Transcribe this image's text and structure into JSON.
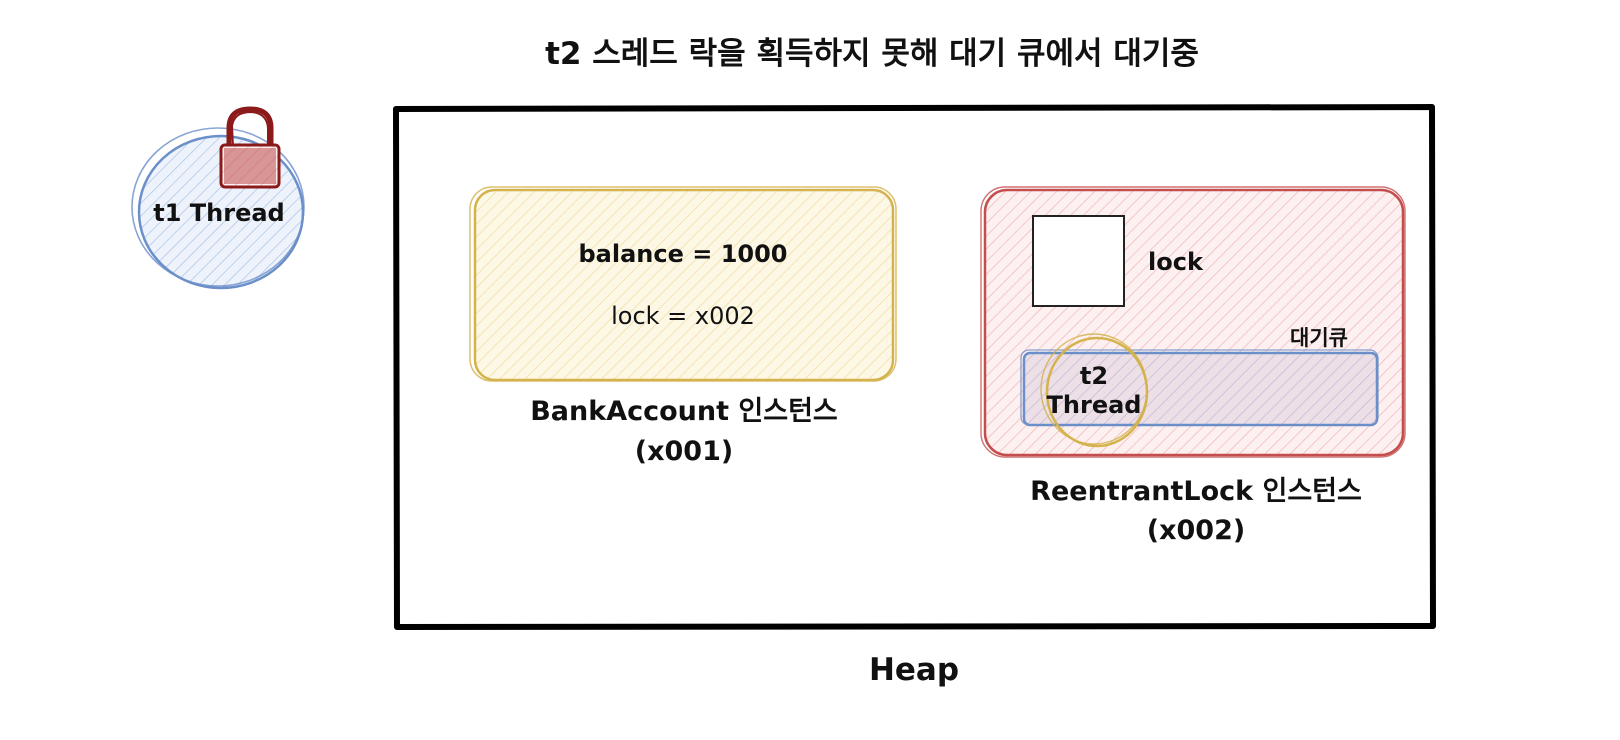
{
  "title": "t2 스레드 락을 획득하지 못해 대기 큐에서 대기중",
  "t1_thread": {
    "label": "t1 Thread"
  },
  "heap": {
    "label": "Heap"
  },
  "bank_account": {
    "field_balance": "balance = 1000",
    "field_lock": "lock = x002",
    "caption_line1": "BankAccount 인스턴스",
    "caption_line2": "(x001)"
  },
  "reentrant_lock": {
    "lock_label": "lock",
    "queue_label": "대기큐",
    "t2_line1": "t2",
    "t2_line2": "Thread",
    "caption_line1": "ReentrantLock 인스턴스",
    "caption_line2": "(x002)"
  },
  "colors": {
    "thread_blue": "#6b8fc9",
    "thread_fill": "#d9e6f7",
    "lock_icon": "#8b1a1a",
    "bank_yellow": "#d4b24c",
    "bank_fill": "#fbf1c9",
    "reentrant_red": "#c44d4d",
    "reentrant_fill": "#f8d3d3",
    "queue_blue": "#6b8fc9",
    "t2_yellow": "#d4b24c"
  },
  "icons": {
    "t1_lock": "padlock-icon"
  }
}
